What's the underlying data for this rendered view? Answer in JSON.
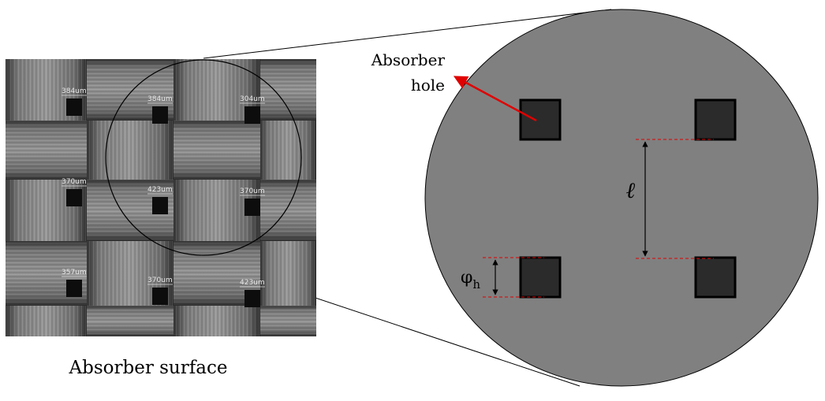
{
  "surface": {
    "caption": "Absorber surface",
    "hole_labels": [
      "384um",
      "384um",
      "304um",
      "370um",
      "423um",
      "370um",
      "357um",
      "370um",
      "423um"
    ]
  },
  "zoom": {
    "hole_label_line1": "Absorber",
    "hole_label_line2": "hole",
    "pitch_symbol": "ℓ",
    "hole_size_symbol": "φ",
    "hole_size_subscript": "h"
  },
  "colors": {
    "zoom_disk": "#808080",
    "hole_fill": "#2b2b2b",
    "arrow": "#e00000",
    "guide_dash": "#e00000",
    "weave_dark": "#3a3a3a",
    "weave_light": "#8c8c8c"
  }
}
